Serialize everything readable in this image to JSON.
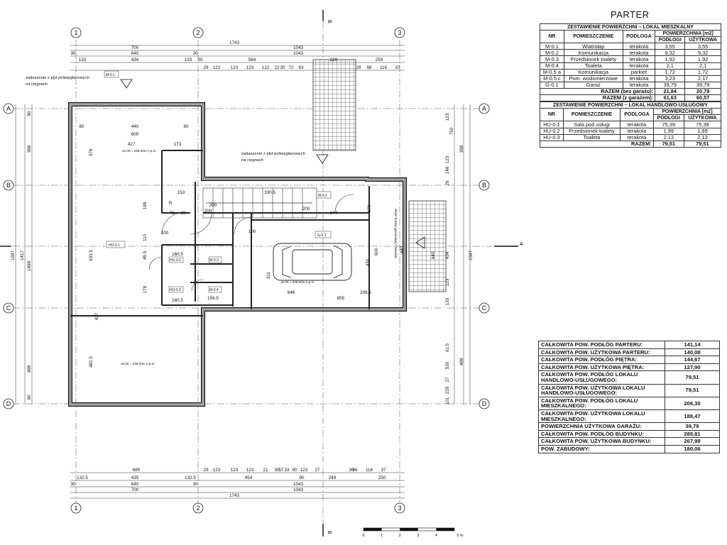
{
  "drawing": {
    "grid_cols": [
      "1",
      "2",
      "3"
    ],
    "grid_rows": [
      "A",
      "B",
      "C",
      "D"
    ],
    "section_label": "A",
    "section_mark": "B",
    "dims_top": {
      "overall": "1743",
      "r2": [
        "700",
        "1043"
      ],
      "r3": [
        "30",
        "640",
        "30",
        "1043"
      ],
      "r4": [
        "133",
        "434",
        "133",
        "30",
        "564",
        "220",
        "259"
      ],
      "r5": [
        "29",
        "123",
        "123",
        "123",
        "122",
        "22",
        "30",
        "72",
        "63",
        "29",
        "66",
        "116",
        "37"
      ]
    },
    "dims_bottom": {
      "r1": [
        "680",
        "29",
        "123",
        "123",
        "123",
        "21",
        "30",
        "57",
        "33",
        "90",
        "123",
        "27",
        "30",
        "66",
        "116",
        "37"
      ],
      "r2": [
        "132.5",
        "435",
        "132.5",
        "454",
        "90",
        "249",
        "250"
      ],
      "r3": [
        "30",
        "640",
        "30",
        "1043"
      ],
      "r4": [
        "700",
        "1043"
      ],
      "overall": "1743"
    },
    "dims_left": [
      "1597",
      "1417",
      "398",
      "1499",
      "499",
      "90",
      "90",
      "379",
      "633.5",
      "427",
      "481.5"
    ],
    "dims_right": [
      "123",
      "750",
      "398",
      "123",
      "148",
      "29",
      "640",
      "434",
      "1597",
      "123",
      "133",
      "61.5",
      "499",
      "530",
      "27",
      "228",
      "101"
    ],
    "room_tags": [
      "HU-0.1",
      "G-0.1",
      "M-0.1",
      "M-0.2",
      "M-0.3",
      "M-0.4",
      "HU-0.2",
      "HU-0.3"
    ],
    "level_note": "±0,00 = 236,00m n.p.m.",
    "notes": [
      "zadaszenie z płyt poliwęglanowych",
      "na cięgnach"
    ],
    "gate_note": "drzwi bramy garażowej rolowane",
    "interior_dims": [
      "440",
      "80",
      "80",
      "600",
      "427",
      "173",
      "153",
      "199",
      "73",
      "80",
      "110",
      "45.5",
      "178",
      "160.5",
      "160.5",
      "156.5",
      "311",
      "646",
      "855",
      "208.5",
      "430",
      "600",
      "244",
      "200",
      "330.5",
      "170",
      "440",
      "100",
      "100",
      "200",
      "200",
      "R"
    ],
    "scale_ticks": [
      "0",
      "1",
      "2",
      "3",
      "4",
      "5 m"
    ]
  },
  "title": "PARTER",
  "table_mieszkalny": {
    "caption": "ZESTAWIENIE POWIERZCHNI – LOKAL MIESZKALNY",
    "headers": [
      "NR",
      "POMIESZCZENIE",
      "PODLOGA",
      "POWIERZCHNIA [m2]",
      "PODŁOGI",
      "UŻYTKOWA"
    ],
    "rows": [
      [
        "M-0.1",
        "Wiatrołap",
        "terakota",
        "3,55",
        "3,55"
      ],
      [
        "M-0.2",
        "Komunikacja",
        "terakota",
        "9,32",
        "9,32"
      ],
      [
        "M-0.3",
        "Przedsionek toalety",
        "terakota",
        "1,92",
        "1,92"
      ],
      [
        "M-0.4",
        "Toaleta",
        "terakota",
        "2,1",
        "2,1"
      ],
      [
        "M-0.5 a",
        "Komunikacja",
        "parkiet",
        "1,72",
        "1,72"
      ],
      [
        "M-0.5 c",
        "Pom. wodomierzowe",
        "terakota",
        "3,23",
        "2,17"
      ],
      [
        "G-0.1",
        "Garaż",
        "terakota",
        "39,79",
        "39,79"
      ]
    ],
    "totals": [
      [
        "RAZEM (bez garażu):",
        "21,84",
        "20,78"
      ],
      [
        "RAZEM (z garażem):",
        "61,63",
        "60,57"
      ]
    ]
  },
  "table_uslugowy": {
    "caption": "ZESTAWIENIE POWIERZCHNI – LOKAL HANDLOWO-USŁUGOWY",
    "headers": [
      "NR",
      "POMIESZCZENIE",
      "PODLOGA",
      "POWIERZCHNIA [m2]",
      "PODŁOGI",
      "UŻYTKOWA"
    ],
    "rows": [
      [
        "HU-0.1",
        "Sala pod usługi",
        "terakota",
        "75,39",
        "75,39"
      ],
      [
        "HU-0.2",
        "Przedsionek toalety",
        "terakota",
        "1,99",
        "1,99"
      ],
      [
        "HU-0.3",
        "Toaleta",
        "terakota",
        "2,13",
        "2,13"
      ]
    ],
    "totals": [
      [
        "RAZEM:",
        "79,51",
        "79,51"
      ]
    ]
  },
  "summary": [
    [
      "CAŁKOWITA POW. PODŁÓG PARTERU:",
      "141,14"
    ],
    [
      "CAŁKOWITA POW. UŻYTKOWA PARTERU:",
      "140,08"
    ],
    [
      "CAŁKOWITA POW. PODŁÓG PIĘTRA:",
      "144,67"
    ],
    [
      "CAŁKOWITA POW. UŻYTKOWA PIĘTRA:",
      "127,90"
    ],
    [
      "CAŁKOWITA POW. PODŁÓG LOKALU HANDLOWO-USŁUGOWEGO:",
      "79,51"
    ],
    [
      "CAŁKOWITA POW. UŻYTKOWA LOKALU HANDLOWO-USŁUGOWEGO:",
      "79,51"
    ],
    [
      "CAŁKOWITA POW. PODŁÓG LOKALU MIESZKALNEGO:",
      "206,30"
    ],
    [
      "CAŁKOWITA POW. UŻYTKOWA LOKALU MIESZKALNEGO:",
      "188,47"
    ],
    [
      "POWIERZCHNIA UŻYTKOWA GARAŻU:",
      "39,79"
    ],
    [
      "CAŁKOWITA POW. PODŁÓG BUDYNKU:",
      "285,81"
    ],
    [
      "CAŁKOWITA POW. UŻYTKOWA BUDYNKU:",
      "267,98"
    ],
    [
      "POW. ZABUDOWY:",
      "180,06"
    ]
  ]
}
